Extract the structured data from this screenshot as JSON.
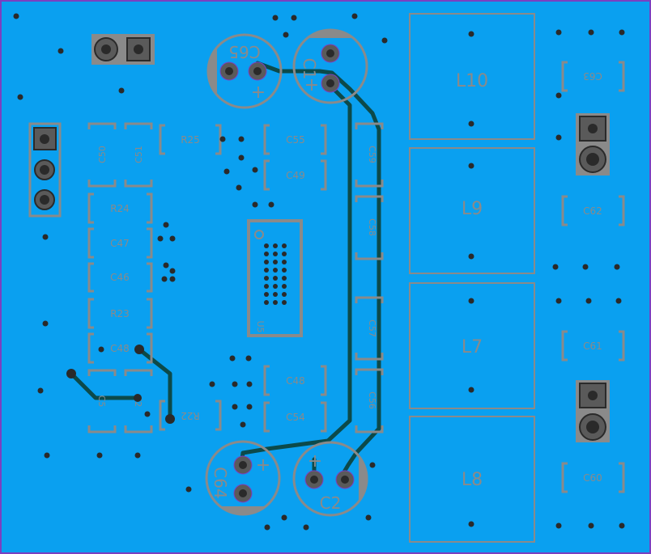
{
  "colors": {
    "board": "#0aa0f0",
    "outline": "#7a40c0",
    "silk": "#8a8a8a",
    "trace": "#0c4a4a",
    "via": "#2a2a2a",
    "pad": "#5a5a5a"
  },
  "inductors": [
    {
      "label": "L10"
    },
    {
      "label": "L9"
    },
    {
      "label": "L7"
    },
    {
      "label": "L8"
    }
  ],
  "caps_left": [
    {
      "label": "C50"
    },
    {
      "label": "C51"
    },
    {
      "label": "R25"
    },
    {
      "label": "R24"
    },
    {
      "label": "C47"
    },
    {
      "label": "C46"
    },
    {
      "label": "R23"
    },
    {
      "label": "C48"
    },
    {
      "label": "C5"
    },
    {
      "label": "C2"
    },
    {
      "label": "R22"
    }
  ],
  "caps_mid": [
    {
      "label": "C55"
    },
    {
      "label": "C49"
    },
    {
      "label": "C48"
    },
    {
      "label": "C54"
    }
  ],
  "caps_vertical": [
    {
      "label": "C59"
    },
    {
      "label": "C58"
    },
    {
      "label": "C57"
    },
    {
      "label": "C56"
    }
  ],
  "caps_right": [
    {
      "label": "C63"
    },
    {
      "label": "C62"
    },
    {
      "label": "C61"
    },
    {
      "label": "C60"
    }
  ],
  "electrolytics": [
    {
      "label": "C65",
      "polarity": "+"
    },
    {
      "label": "C1",
      "polarity": "+"
    },
    {
      "label": "C64",
      "polarity": "+"
    },
    {
      "label": "C2",
      "polarity": "+"
    }
  ],
  "connector": {
    "label": "U5"
  }
}
